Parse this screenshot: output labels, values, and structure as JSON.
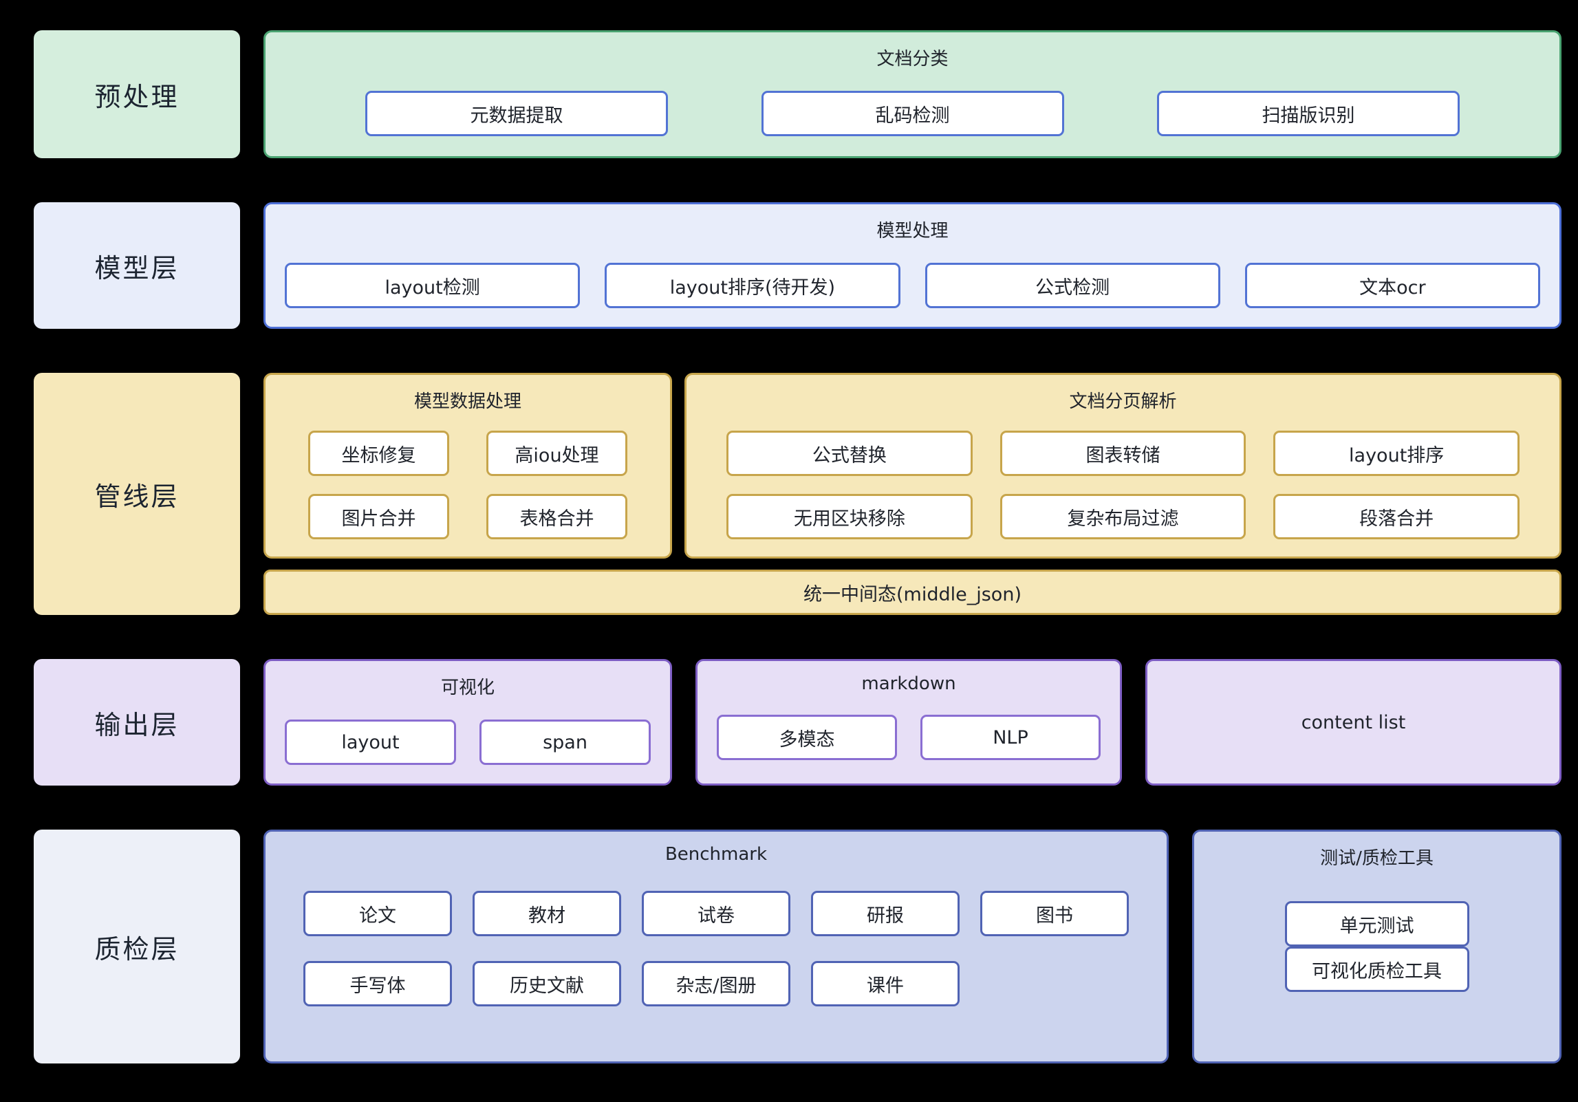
{
  "layers": {
    "preprocess": {
      "label": "预处理",
      "group": {
        "title": "文档分类",
        "items": [
          "元数据提取",
          "乱码检测",
          "扫描版识别"
        ]
      }
    },
    "model": {
      "label": "模型层",
      "group": {
        "title": "模型处理",
        "items": [
          "layout检测",
          "layout排序(待开发)",
          "公式检测",
          "文本ocr"
        ]
      }
    },
    "pipeline": {
      "label": "管线层",
      "model_data": {
        "title": "模型数据处理",
        "items": [
          "坐标修复",
          "高iou处理",
          "图片合并",
          "表格合并"
        ]
      },
      "doc_parse": {
        "title": "文档分页解析",
        "items": [
          "公式替换",
          "图表转储",
          "layout排序",
          "无用区块移除",
          "复杂布局过滤",
          "段落合并"
        ]
      },
      "middle_bar": "统一中间态(middle_json)"
    },
    "output": {
      "label": "输出层",
      "visualization": {
        "title": "可视化",
        "items": [
          "layout",
          "span"
        ]
      },
      "markdown": {
        "title": "markdown",
        "items": [
          "多模态",
          "NLP"
        ]
      },
      "content_list": {
        "title": "content list"
      }
    },
    "qa": {
      "label": "质检层",
      "benchmark": {
        "title": "Benchmark",
        "items": [
          "论文",
          "教材",
          "试卷",
          "研报",
          "图书",
          "手写体",
          "历史文献",
          "杂志/图册",
          "课件"
        ]
      },
      "tools": {
        "title": "测试/质检工具",
        "items": [
          "单元测试",
          "可视化质检工具"
        ]
      }
    }
  },
  "palette": {
    "background": "#000000",
    "green_fill": "#d1ecdb",
    "green_border": "#4aa371",
    "blue_fill": "#e8edfa",
    "blue_border": "#4d6fd6",
    "yellow_fill": "#f6e8ba",
    "yellow_border": "#c7a54b",
    "purple_fill": "#e7dff6",
    "purple_border": "#7e5ec4",
    "indigo_fill": "#ccd4ee",
    "indigo_border": "#5063b4",
    "qa_label_fill": "#edf0f8",
    "node_fill": "#ffffff",
    "text": "#1f242e"
  }
}
